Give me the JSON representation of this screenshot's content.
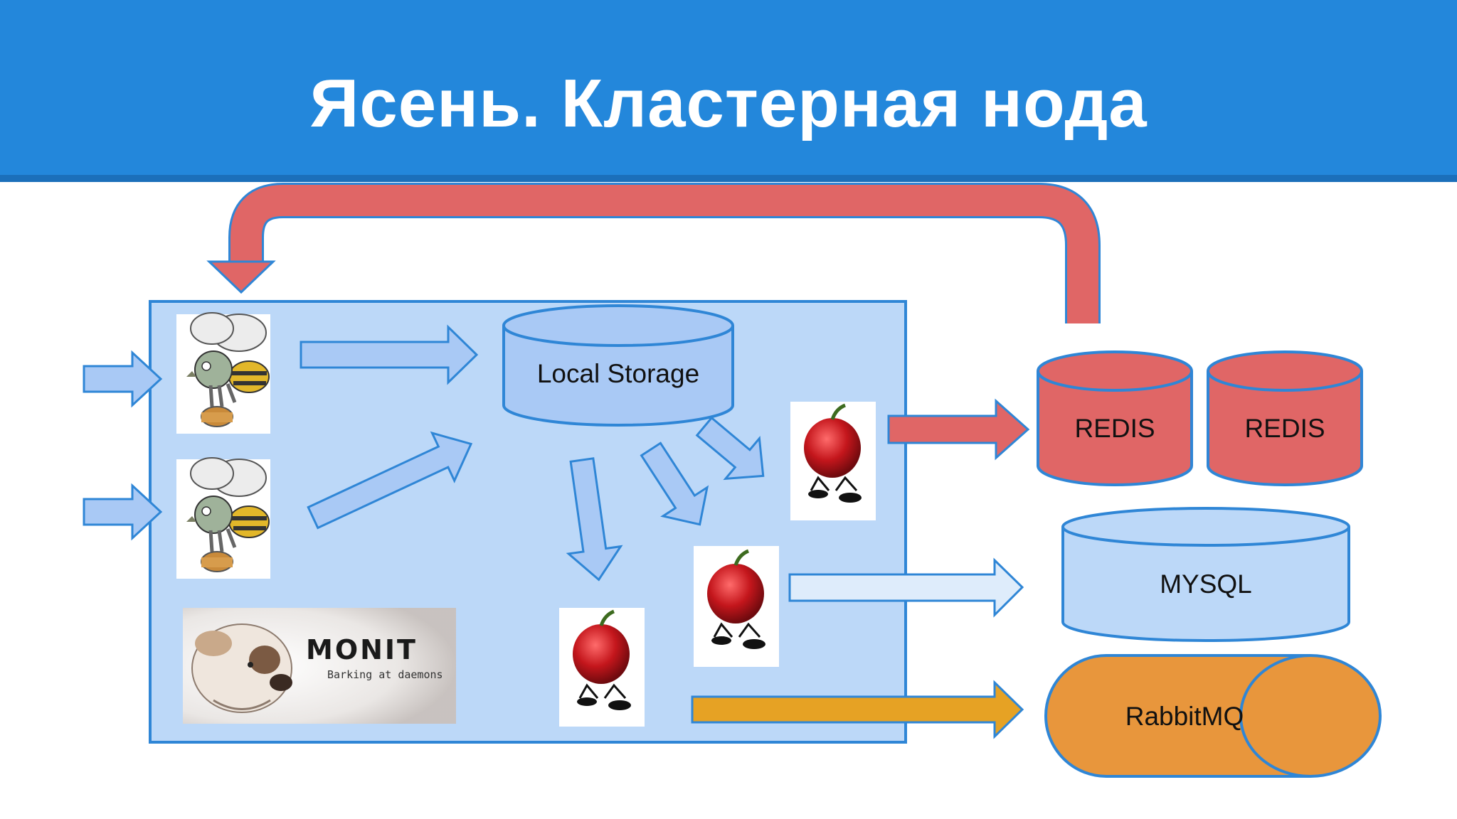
{
  "slide": {
    "title": "Ясень. Кластерная нода"
  },
  "diagram": {
    "local_storage": "Local Storage",
    "redis_1": "REDIS",
    "redis_2": "REDIS",
    "mysql": "MYSQL",
    "rabbitmq": "RabbitMQ",
    "monit_brand": "MONIT",
    "monit_tagline": "Barking at daemons"
  },
  "colors": {
    "header": "#2387db",
    "node_area": "#bcd8f8",
    "blue_arrow": "#a9c9f5",
    "red": "#e06666",
    "orange": "#e8963c",
    "gold_arrow": "#e6a224",
    "outline": "#2f86d6"
  }
}
